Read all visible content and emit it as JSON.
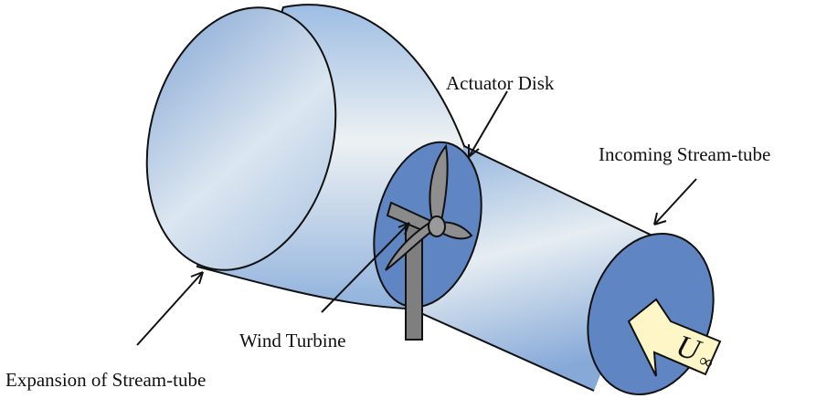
{
  "labels": {
    "actuator_disk": "Actuator Disk",
    "incoming_stream_tube": "Incoming Stream-tube",
    "wind_turbine": "Wind Turbine",
    "expansion_stream_tube": "Expansion of Stream-tube"
  },
  "symbol": {
    "main": "U",
    "subscript": "∞"
  },
  "colors": {
    "tube_fill_light": "#e9eff3",
    "tube_fill_mid": "#b8cfe6",
    "tube_fill_dark": "#7fa4d4",
    "disk_fill": "#5f85c2",
    "turbine_gray": "#8a8a8a",
    "arrow_fill": "#fff6c8",
    "outline": "#111111"
  }
}
